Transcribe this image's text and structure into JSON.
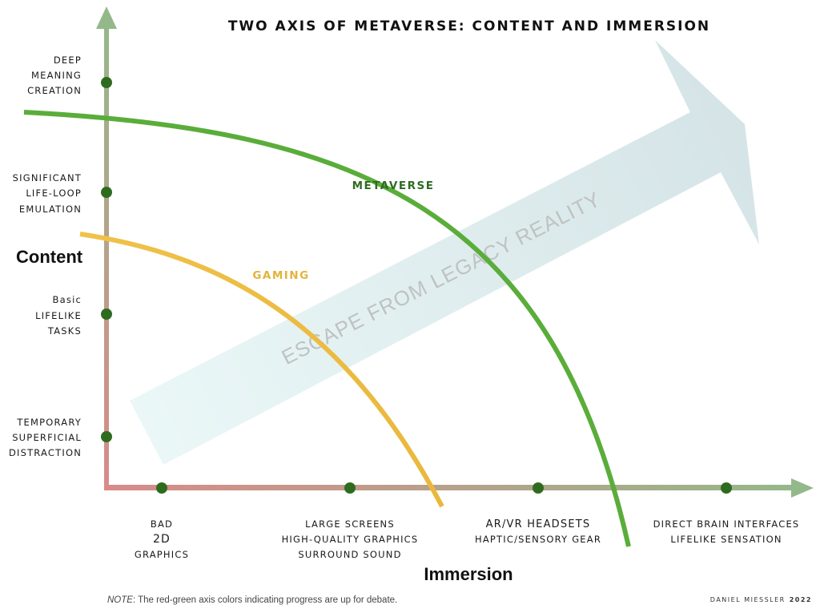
{
  "title": "TWO AXIS OF METAVERSE: CONTENT AND IMMERSION",
  "axes": {
    "y_name": "Content",
    "x_name": "Immersion"
  },
  "y_levels": [
    {
      "lines": [
        "DEEP",
        "MEANING",
        "CREATION"
      ]
    },
    {
      "lines": [
        "SIGNIFICANT",
        "LIFE-LOOP",
        "EMULATION"
      ]
    },
    {
      "lines": [
        "Basic",
        "LIFELIKE",
        "TASKS"
      ]
    },
    {
      "lines": [
        "TEMPORARY",
        "SUPERFICIAL",
        "DISTRACTION"
      ]
    }
  ],
  "x_levels": [
    {
      "lines": [
        "BAD",
        "2D",
        "GRAPHICS"
      ]
    },
    {
      "lines": [
        "LARGE SCREENS",
        "HIGH-QUALITY GRAPHICS",
        "SURROUND SOUND"
      ]
    },
    {
      "lines": [
        "AR/VR HEADSETS",
        "HAPTIC/SENSORY GEAR"
      ]
    },
    {
      "lines": [
        "DIRECT BRAIN INTERFACES",
        "LIFELIKE SENSATION"
      ]
    }
  ],
  "curves": {
    "metaverse": {
      "label": "METAVERSE",
      "color": "#5aad3a"
    },
    "gaming": {
      "label": "GAMING",
      "color": "#e8bc45"
    }
  },
  "big_arrow": {
    "label": "ESCAPE FROM LEGACY REALITY"
  },
  "note": {
    "prefix": "NOTE",
    "text": ": The red-green axis colors indicating progress are up for debate."
  },
  "credit": {
    "name": "DANIEL MIESSLER",
    "year": "2022"
  },
  "colors": {
    "axis_start": "#d98a8a",
    "axis_end": "#93b98a",
    "dot": "#2e6b1f",
    "metaverse_label": "#2f6b23",
    "gaming_label": "#e2b43c",
    "arrow_fill": "#dcecee"
  }
}
